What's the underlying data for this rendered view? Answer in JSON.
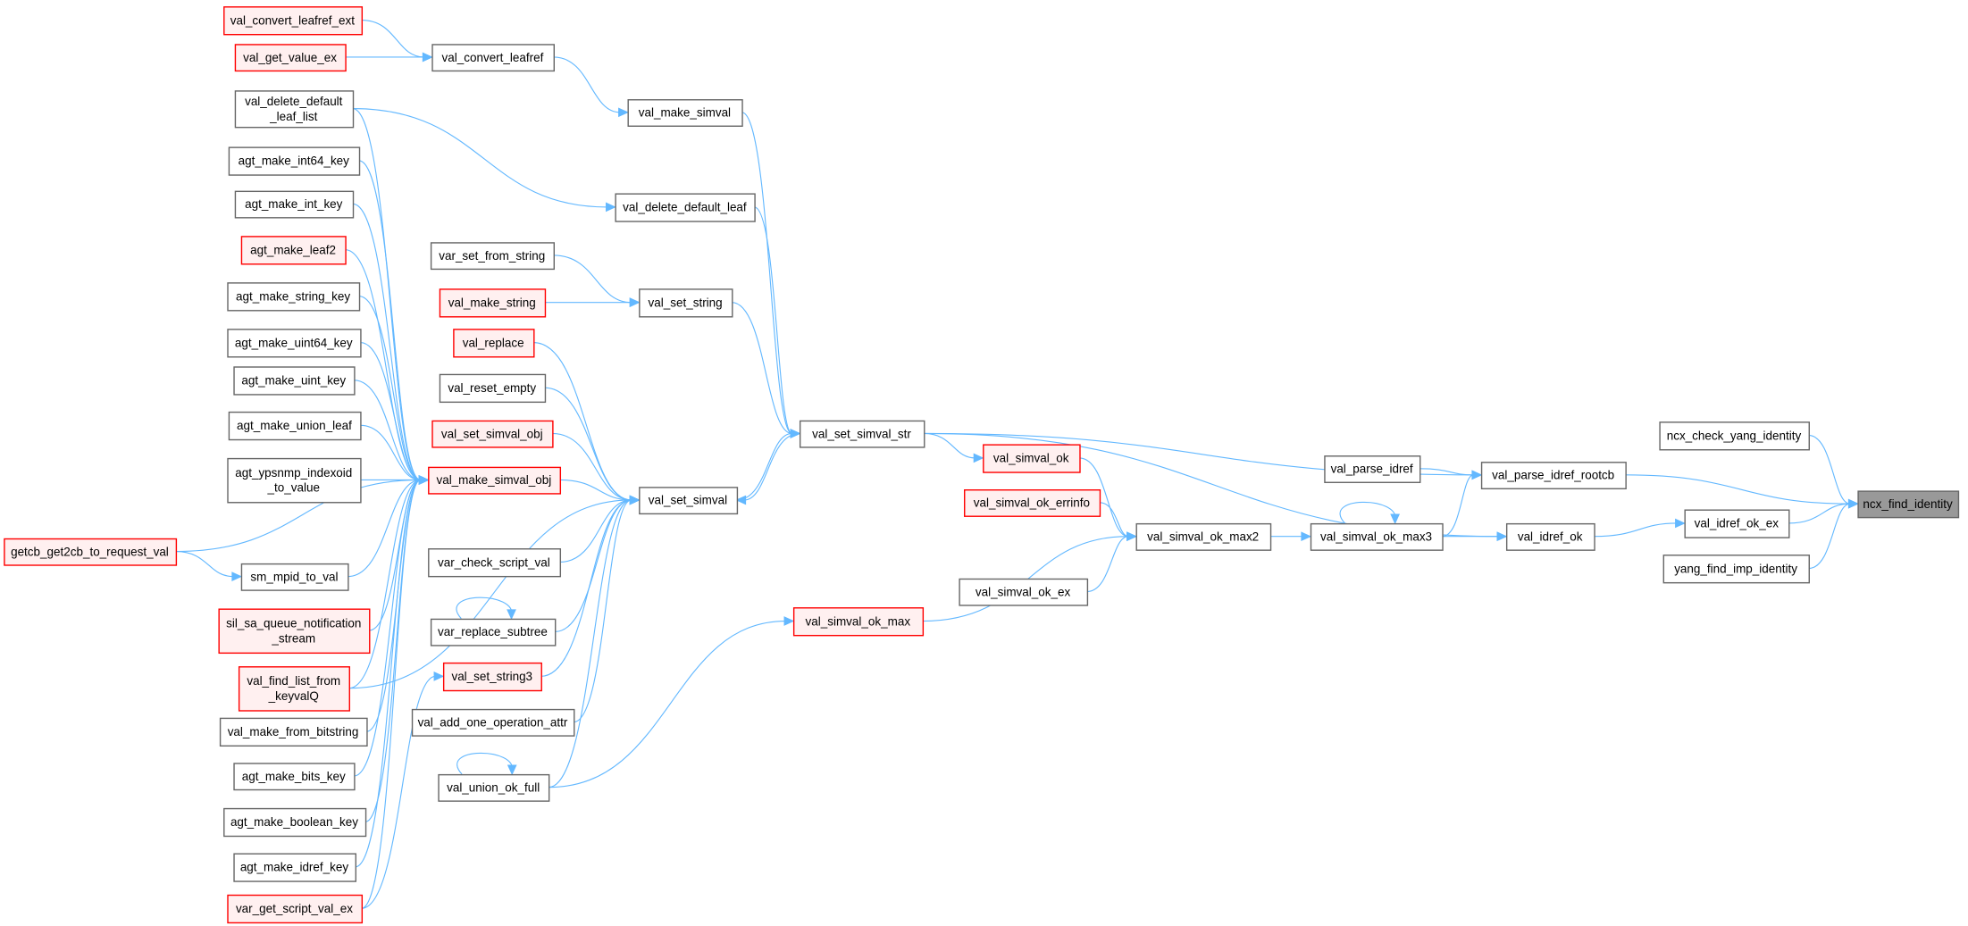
{
  "graph": {
    "title": "Caller graph of ncx_find_identity",
    "colors": {
      "edge": "#63b8ff",
      "truncated_border": "#ff0000",
      "truncated_fill": "#fff0f0",
      "focus_fill": "#999999",
      "node_border": "#666666"
    },
    "nodes": [
      {
        "id": "val_convert_leafref_ext",
        "lines": [
          "val_convert_leafref_ext"
        ],
        "truncated": true
      },
      {
        "id": "val_get_value_ex",
        "lines": [
          "val_get_value_ex"
        ],
        "truncated": true
      },
      {
        "id": "val_convert_leafref",
        "lines": [
          "val_convert_leafref"
        ]
      },
      {
        "id": "val_delete_default_leaf_list",
        "lines": [
          "val_delete_default",
          "_leaf_list"
        ]
      },
      {
        "id": "val_make_simval",
        "lines": [
          "val_make_simval"
        ]
      },
      {
        "id": "agt_make_int64_key",
        "lines": [
          "agt_make_int64_key"
        ]
      },
      {
        "id": "val_delete_default_leaf",
        "lines": [
          "val_delete_default_leaf"
        ]
      },
      {
        "id": "agt_make_int_key",
        "lines": [
          "agt_make_int_key"
        ]
      },
      {
        "id": "agt_make_leaf2",
        "lines": [
          "agt_make_leaf2"
        ],
        "truncated": true
      },
      {
        "id": "var_set_from_string",
        "lines": [
          "var_set_from_string"
        ]
      },
      {
        "id": "val_make_string",
        "lines": [
          "val_make_string"
        ],
        "truncated": true
      },
      {
        "id": "val_set_string",
        "lines": [
          "val_set_string"
        ]
      },
      {
        "id": "agt_make_string_key",
        "lines": [
          "agt_make_string_key"
        ]
      },
      {
        "id": "agt_make_uint64_key",
        "lines": [
          "agt_make_uint64_key"
        ]
      },
      {
        "id": "val_replace",
        "lines": [
          "val_replace"
        ],
        "truncated": true
      },
      {
        "id": "agt_make_uint_key",
        "lines": [
          "agt_make_uint_key"
        ]
      },
      {
        "id": "val_reset_empty",
        "lines": [
          "val_reset_empty"
        ]
      },
      {
        "id": "agt_make_union_leaf",
        "lines": [
          "agt_make_union_leaf"
        ]
      },
      {
        "id": "val_set_simval_obj",
        "lines": [
          "val_set_simval_obj"
        ],
        "truncated": true
      },
      {
        "id": "val_set_simval_str",
        "lines": [
          "val_set_simval_str"
        ]
      },
      {
        "id": "val_simval_ok",
        "lines": [
          "val_simval_ok"
        ],
        "truncated": true
      },
      {
        "id": "agt_ypsnmp_indexoid_to_value",
        "lines": [
          "agt_ypsnmp_indexoid",
          "_to_value"
        ]
      },
      {
        "id": "val_make_simval_obj",
        "lines": [
          "val_make_simval_obj"
        ],
        "truncated": true
      },
      {
        "id": "val_parse_idref",
        "lines": [
          "val_parse_idref"
        ]
      },
      {
        "id": "val_parse_idref_rootcb",
        "lines": [
          "val_parse_idref_rootcb"
        ]
      },
      {
        "id": "ncx_check_yang_identity",
        "lines": [
          "ncx_check_yang_identity"
        ]
      },
      {
        "id": "ncx_find_identity",
        "lines": [
          "ncx_find_identity"
        ],
        "focus": true
      },
      {
        "id": "val_simval_ok_errinfo",
        "lines": [
          "val_simval_ok_errinfo"
        ],
        "truncated": true
      },
      {
        "id": "val_set_simval",
        "lines": [
          "val_set_simval"
        ]
      },
      {
        "id": "getcb_get2cb_to_request_val",
        "lines": [
          "getcb_get2cb_to_request_val"
        ],
        "truncated": true
      },
      {
        "id": "sm_mpid_to_val",
        "lines": [
          "sm_mpid_to_val"
        ]
      },
      {
        "id": "val_simval_ok_max2",
        "lines": [
          "val_simval_ok_max2"
        ]
      },
      {
        "id": "val_simval_ok_max3",
        "lines": [
          "val_simval_ok_max3"
        ]
      },
      {
        "id": "val_idref_ok",
        "lines": [
          "val_idref_ok"
        ]
      },
      {
        "id": "val_idref_ok_ex",
        "lines": [
          "val_idref_ok_ex"
        ]
      },
      {
        "id": "yang_find_imp_identity",
        "lines": [
          "yang_find_imp_identity"
        ]
      },
      {
        "id": "var_check_script_val",
        "lines": [
          "var_check_script_val"
        ]
      },
      {
        "id": "val_simval_ok_ex",
        "lines": [
          "val_simval_ok_ex"
        ]
      },
      {
        "id": "sil_sa_queue_notification_stream",
        "lines": [
          "sil_sa_queue_notification",
          "_stream"
        ],
        "truncated": true
      },
      {
        "id": "var_replace_subtree",
        "lines": [
          "var_replace_subtree"
        ]
      },
      {
        "id": "val_simval_ok_max",
        "lines": [
          "val_simval_ok_max"
        ],
        "truncated": true
      },
      {
        "id": "val_find_list_from_keyvalQ",
        "lines": [
          "val_find_list_from",
          "_keyvalQ"
        ],
        "truncated": true
      },
      {
        "id": "val_set_string3",
        "lines": [
          "val_set_string3"
        ],
        "truncated": true
      },
      {
        "id": "val_make_from_bitstring",
        "lines": [
          "val_make_from_bitstring"
        ]
      },
      {
        "id": "val_add_one_operation_attr",
        "lines": [
          "val_add_one_operation_attr"
        ]
      },
      {
        "id": "agt_make_bits_key",
        "lines": [
          "agt_make_bits_key"
        ]
      },
      {
        "id": "val_union_ok_full",
        "lines": [
          "val_union_ok_full"
        ]
      },
      {
        "id": "agt_make_boolean_key",
        "lines": [
          "agt_make_boolean_key"
        ]
      },
      {
        "id": "agt_make_idref_key",
        "lines": [
          "agt_make_idref_key"
        ]
      },
      {
        "id": "var_get_script_val_ex",
        "lines": [
          "var_get_script_val_ex"
        ],
        "truncated": true
      }
    ],
    "edges": [
      [
        "val_convert_leafref_ext",
        "val_convert_leafref"
      ],
      [
        "val_get_value_ex",
        "val_convert_leafref"
      ],
      [
        "val_convert_leafref",
        "val_make_simval"
      ],
      [
        "val_make_simval",
        "val_set_simval_str"
      ],
      [
        "val_delete_default_leaf_list",
        "val_delete_default_leaf"
      ],
      [
        "val_delete_default_leaf_list",
        "val_make_simval_obj"
      ],
      [
        "val_delete_default_leaf",
        "val_set_simval_str"
      ],
      [
        "agt_make_int64_key",
        "val_make_simval_obj"
      ],
      [
        "agt_make_int_key",
        "val_make_simval_obj"
      ],
      [
        "agt_make_leaf2",
        "val_make_simval_obj"
      ],
      [
        "agt_make_string_key",
        "val_make_simval_obj"
      ],
      [
        "agt_make_uint64_key",
        "val_make_simval_obj"
      ],
      [
        "agt_make_uint_key",
        "val_make_simval_obj"
      ],
      [
        "agt_make_union_leaf",
        "val_make_simval_obj"
      ],
      [
        "agt_ypsnmp_indexoid_to_value",
        "val_make_simval_obj"
      ],
      [
        "getcb_get2cb_to_request_val",
        "val_make_simval_obj"
      ],
      [
        "getcb_get2cb_to_request_val",
        "sm_mpid_to_val"
      ],
      [
        "sm_mpid_to_val",
        "val_make_simval_obj"
      ],
      [
        "sil_sa_queue_notification_stream",
        "val_make_simval_obj"
      ],
      [
        "val_find_list_from_keyvalQ",
        "val_make_simval_obj"
      ],
      [
        "val_make_from_bitstring",
        "val_make_simval_obj"
      ],
      [
        "agt_make_bits_key",
        "val_make_simval_obj"
      ],
      [
        "agt_make_boolean_key",
        "val_make_simval_obj"
      ],
      [
        "agt_make_idref_key",
        "val_make_simval_obj"
      ],
      [
        "var_get_script_val_ex",
        "val_make_simval_obj"
      ],
      [
        "var_get_script_val_ex",
        "val_set_string3"
      ],
      [
        "val_find_list_from_keyvalQ",
        "val_set_simval"
      ],
      [
        "var_set_from_string",
        "val_set_string"
      ],
      [
        "val_make_string",
        "val_set_string"
      ],
      [
        "val_set_string",
        "val_set_simval_str"
      ],
      [
        "val_replace",
        "val_set_simval"
      ],
      [
        "val_reset_empty",
        "val_set_simval"
      ],
      [
        "val_set_simval_obj",
        "val_set_simval"
      ],
      [
        "val_make_simval_obj",
        "val_set_simval"
      ],
      [
        "var_check_script_val",
        "val_set_simval"
      ],
      [
        "var_replace_subtree",
        "val_set_simval"
      ],
      [
        "var_replace_subtree",
        "var_replace_subtree"
      ],
      [
        "val_set_string3",
        "val_set_simval"
      ],
      [
        "val_add_one_operation_attr",
        "val_set_simval"
      ],
      [
        "val_union_ok_full",
        "val_set_simval"
      ],
      [
        "val_union_ok_full",
        "val_union_ok_full"
      ],
      [
        "val_union_ok_full",
        "val_simval_ok_max"
      ],
      [
        "val_set_simval",
        "val_set_simval_str"
      ],
      [
        "val_set_simval_str",
        "val_set_simval"
      ],
      [
        "val_set_simval_str",
        "val_simval_ok"
      ],
      [
        "val_set_simval_str",
        "val_parse_idref_rootcb"
      ],
      [
        "val_set_simval_str",
        "val_idref_ok"
      ],
      [
        "val_simval_ok",
        "val_simval_ok_max2"
      ],
      [
        "val_simval_ok_errinfo",
        "val_simval_ok_max2"
      ],
      [
        "val_simval_ok_ex",
        "val_simval_ok_max2"
      ],
      [
        "val_simval_ok_max",
        "val_simval_ok_max2"
      ],
      [
        "val_simval_ok_max2",
        "val_simval_ok_max3"
      ],
      [
        "val_simval_ok_max3",
        "val_simval_ok_max3"
      ],
      [
        "val_simval_ok_max3",
        "val_parse_idref_rootcb"
      ],
      [
        "val_simval_ok_max3",
        "val_idref_ok"
      ],
      [
        "val_parse_idref",
        "val_parse_idref_rootcb"
      ],
      [
        "val_parse_idref_rootcb",
        "ncx_find_identity"
      ],
      [
        "val_idref_ok",
        "val_idref_ok_ex"
      ],
      [
        "val_idref_ok_ex",
        "ncx_find_identity"
      ],
      [
        "ncx_check_yang_identity",
        "ncx_find_identity"
      ],
      [
        "yang_find_imp_identity",
        "ncx_find_identity"
      ]
    ]
  }
}
